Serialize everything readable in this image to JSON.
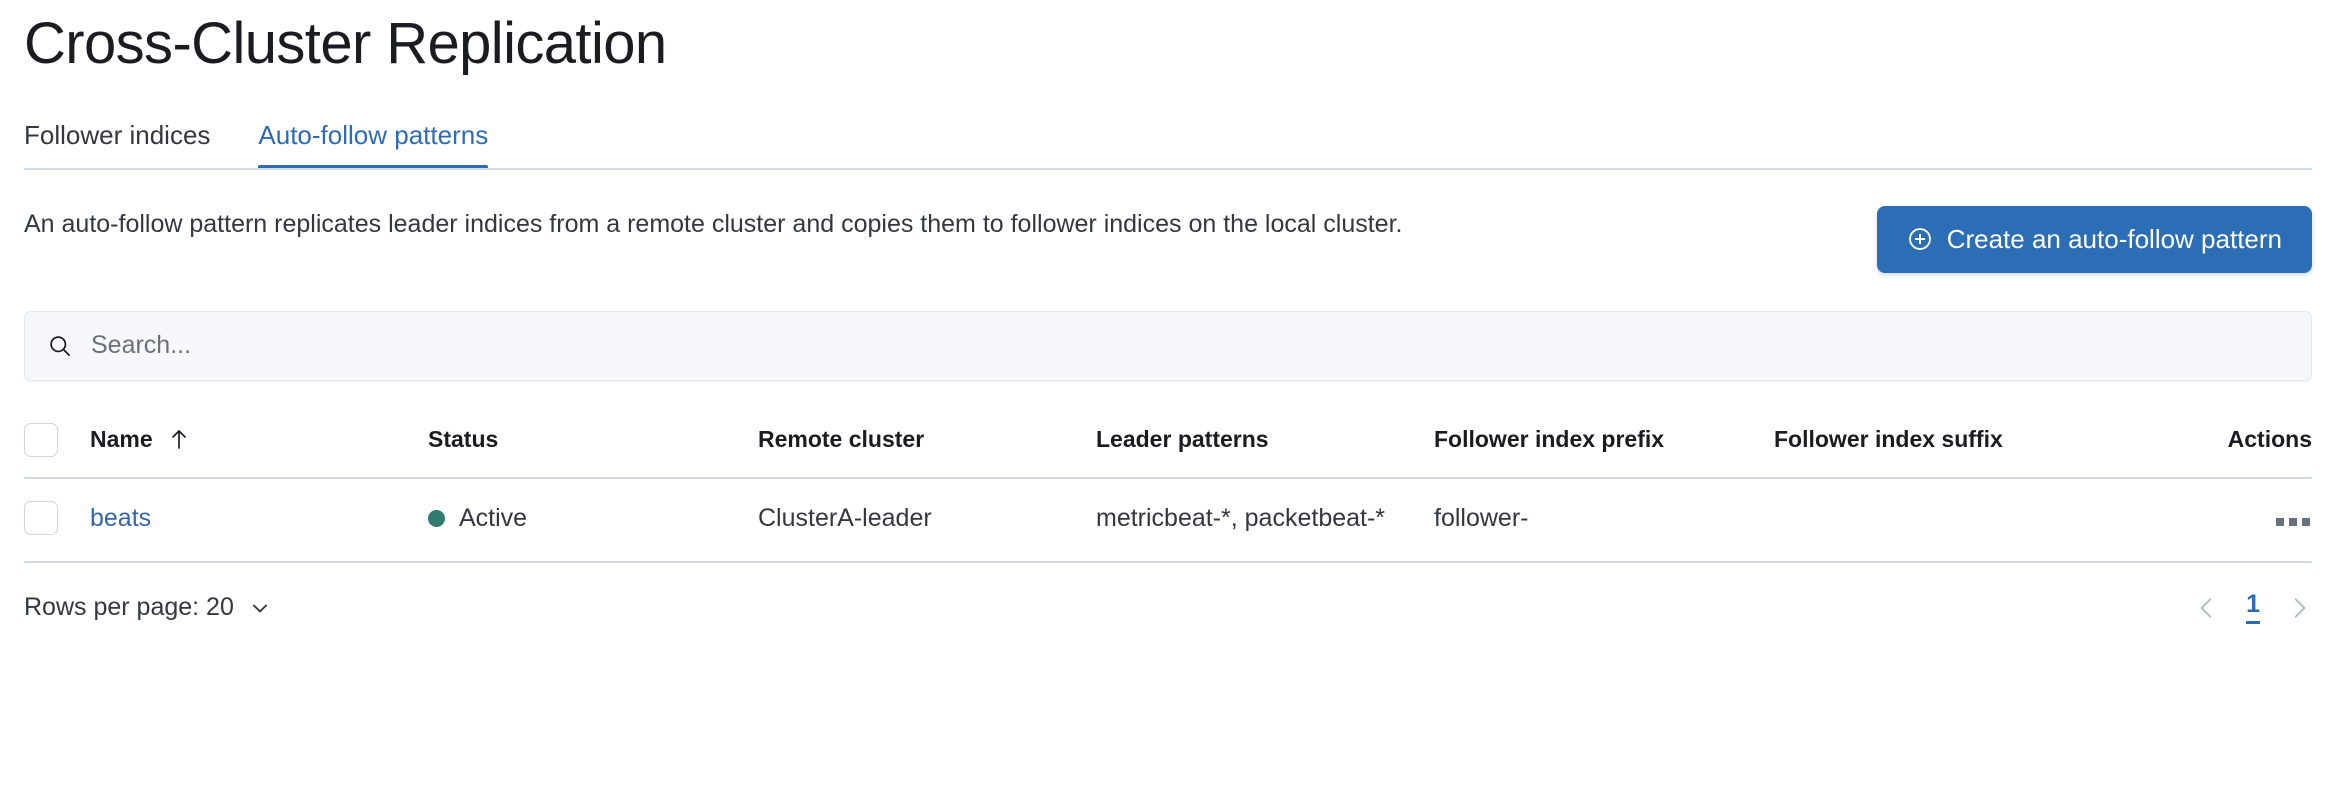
{
  "header": {
    "title": "Cross-Cluster Replication"
  },
  "tabs": [
    {
      "label": "Follower indices",
      "active": false
    },
    {
      "label": "Auto-follow patterns",
      "active": true
    }
  ],
  "intro": {
    "description": "An auto-follow pattern replicates leader indices from a remote cluster and copies them to follower indices on the local cluster.",
    "create_button_label": "Create an auto-follow pattern",
    "create_button_icon": "plus-in-circle-icon"
  },
  "search": {
    "placeholder": "Search...",
    "value": "",
    "icon": "search-icon"
  },
  "table": {
    "columns": [
      "Name",
      "Status",
      "Remote cluster",
      "Leader patterns",
      "Follower index prefix",
      "Follower index suffix",
      "Actions"
    ],
    "sorted_column": "Name",
    "sort_direction": "ascending",
    "sort_icon": "arrow-up-icon",
    "rows": [
      {
        "name": "beats",
        "status": "Active",
        "status_color": "#307a6e",
        "remote_cluster": "ClusterA-leader",
        "leader_patterns": "metricbeat-*, packetbeat-*",
        "follower_index_prefix": "follower-",
        "follower_index_suffix": "",
        "actions_icon": "more-horizontal-icon"
      }
    ]
  },
  "footer": {
    "rows_per_page_label": "Rows per page: 20",
    "rows_per_page_icon": "chevron-down-icon",
    "pagination": {
      "prev_icon": "chevron-left-icon",
      "next_icon": "chevron-right-icon",
      "current_page": "1"
    }
  },
  "colors": {
    "accent": "#2f6bb5",
    "primary_button": "#2c6eb5",
    "link": "#3465a8",
    "status_active": "#307a6e",
    "border": "#d3dae6",
    "text": "#343741"
  }
}
